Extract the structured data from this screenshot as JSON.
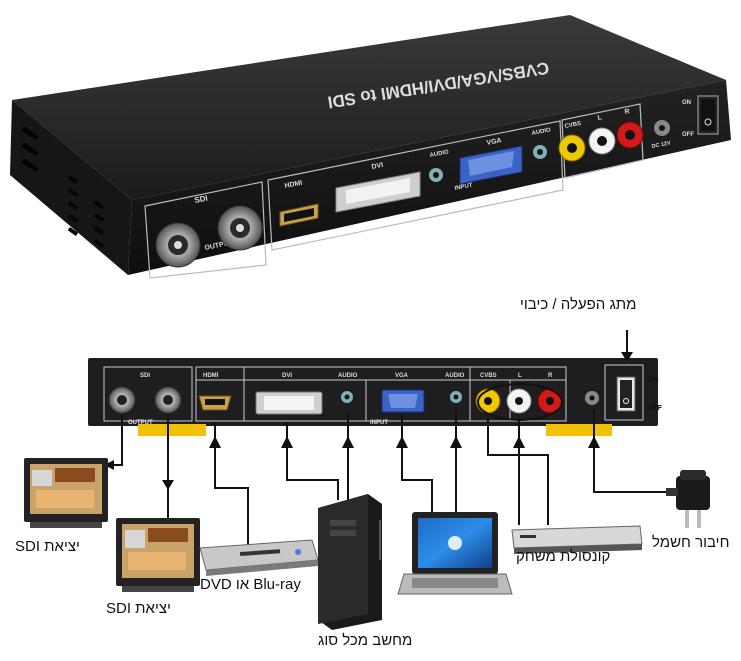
{
  "device": {
    "title": "CVBS/VGA/DVI/HDMI to SDI",
    "dc_label": "DC 12V",
    "switch_on": "ON",
    "switch_off": "OFF",
    "sdi_label": "SDI",
    "output_label": "OUTPUT",
    "input_label": "INPUT",
    "ports": {
      "hdmi": "HDMI",
      "dvi": "DVI",
      "audio1": "AUDIO",
      "vga": "VGA",
      "audio2": "AUDIO",
      "cvbs": "CVBS",
      "l": "L",
      "r": "R"
    }
  },
  "panel": {
    "sdi": "SDI",
    "output": "OUTPUT",
    "hdmi": "HDMI",
    "dvi": "DVI",
    "audio1": "AUDIO",
    "vga": "VGA",
    "audio2": "AUDIO",
    "cvbs": "CVBS",
    "l": "L",
    "r": "R",
    "input": "INPUT",
    "on": "ON",
    "off": "OFF"
  },
  "labels": {
    "power_switch": "מתג הפעלה / כיבוי",
    "sdi_out_1": "יציאת SDI",
    "sdi_out_2": "יציאת SDI",
    "bluray": "Blu-ray או DVD",
    "pc": "מחשב מכל סוג",
    "console": "קונסולת משחק",
    "power": "חיבור חשמל"
  },
  "colors": {
    "device_body": "#1c1c1e",
    "arrow": "#111111",
    "highlight": "#f2c200",
    "cvbs_yellow": "#f0c800",
    "audio_white": "#f4f4f4",
    "audio_red": "#d11a1a"
  }
}
